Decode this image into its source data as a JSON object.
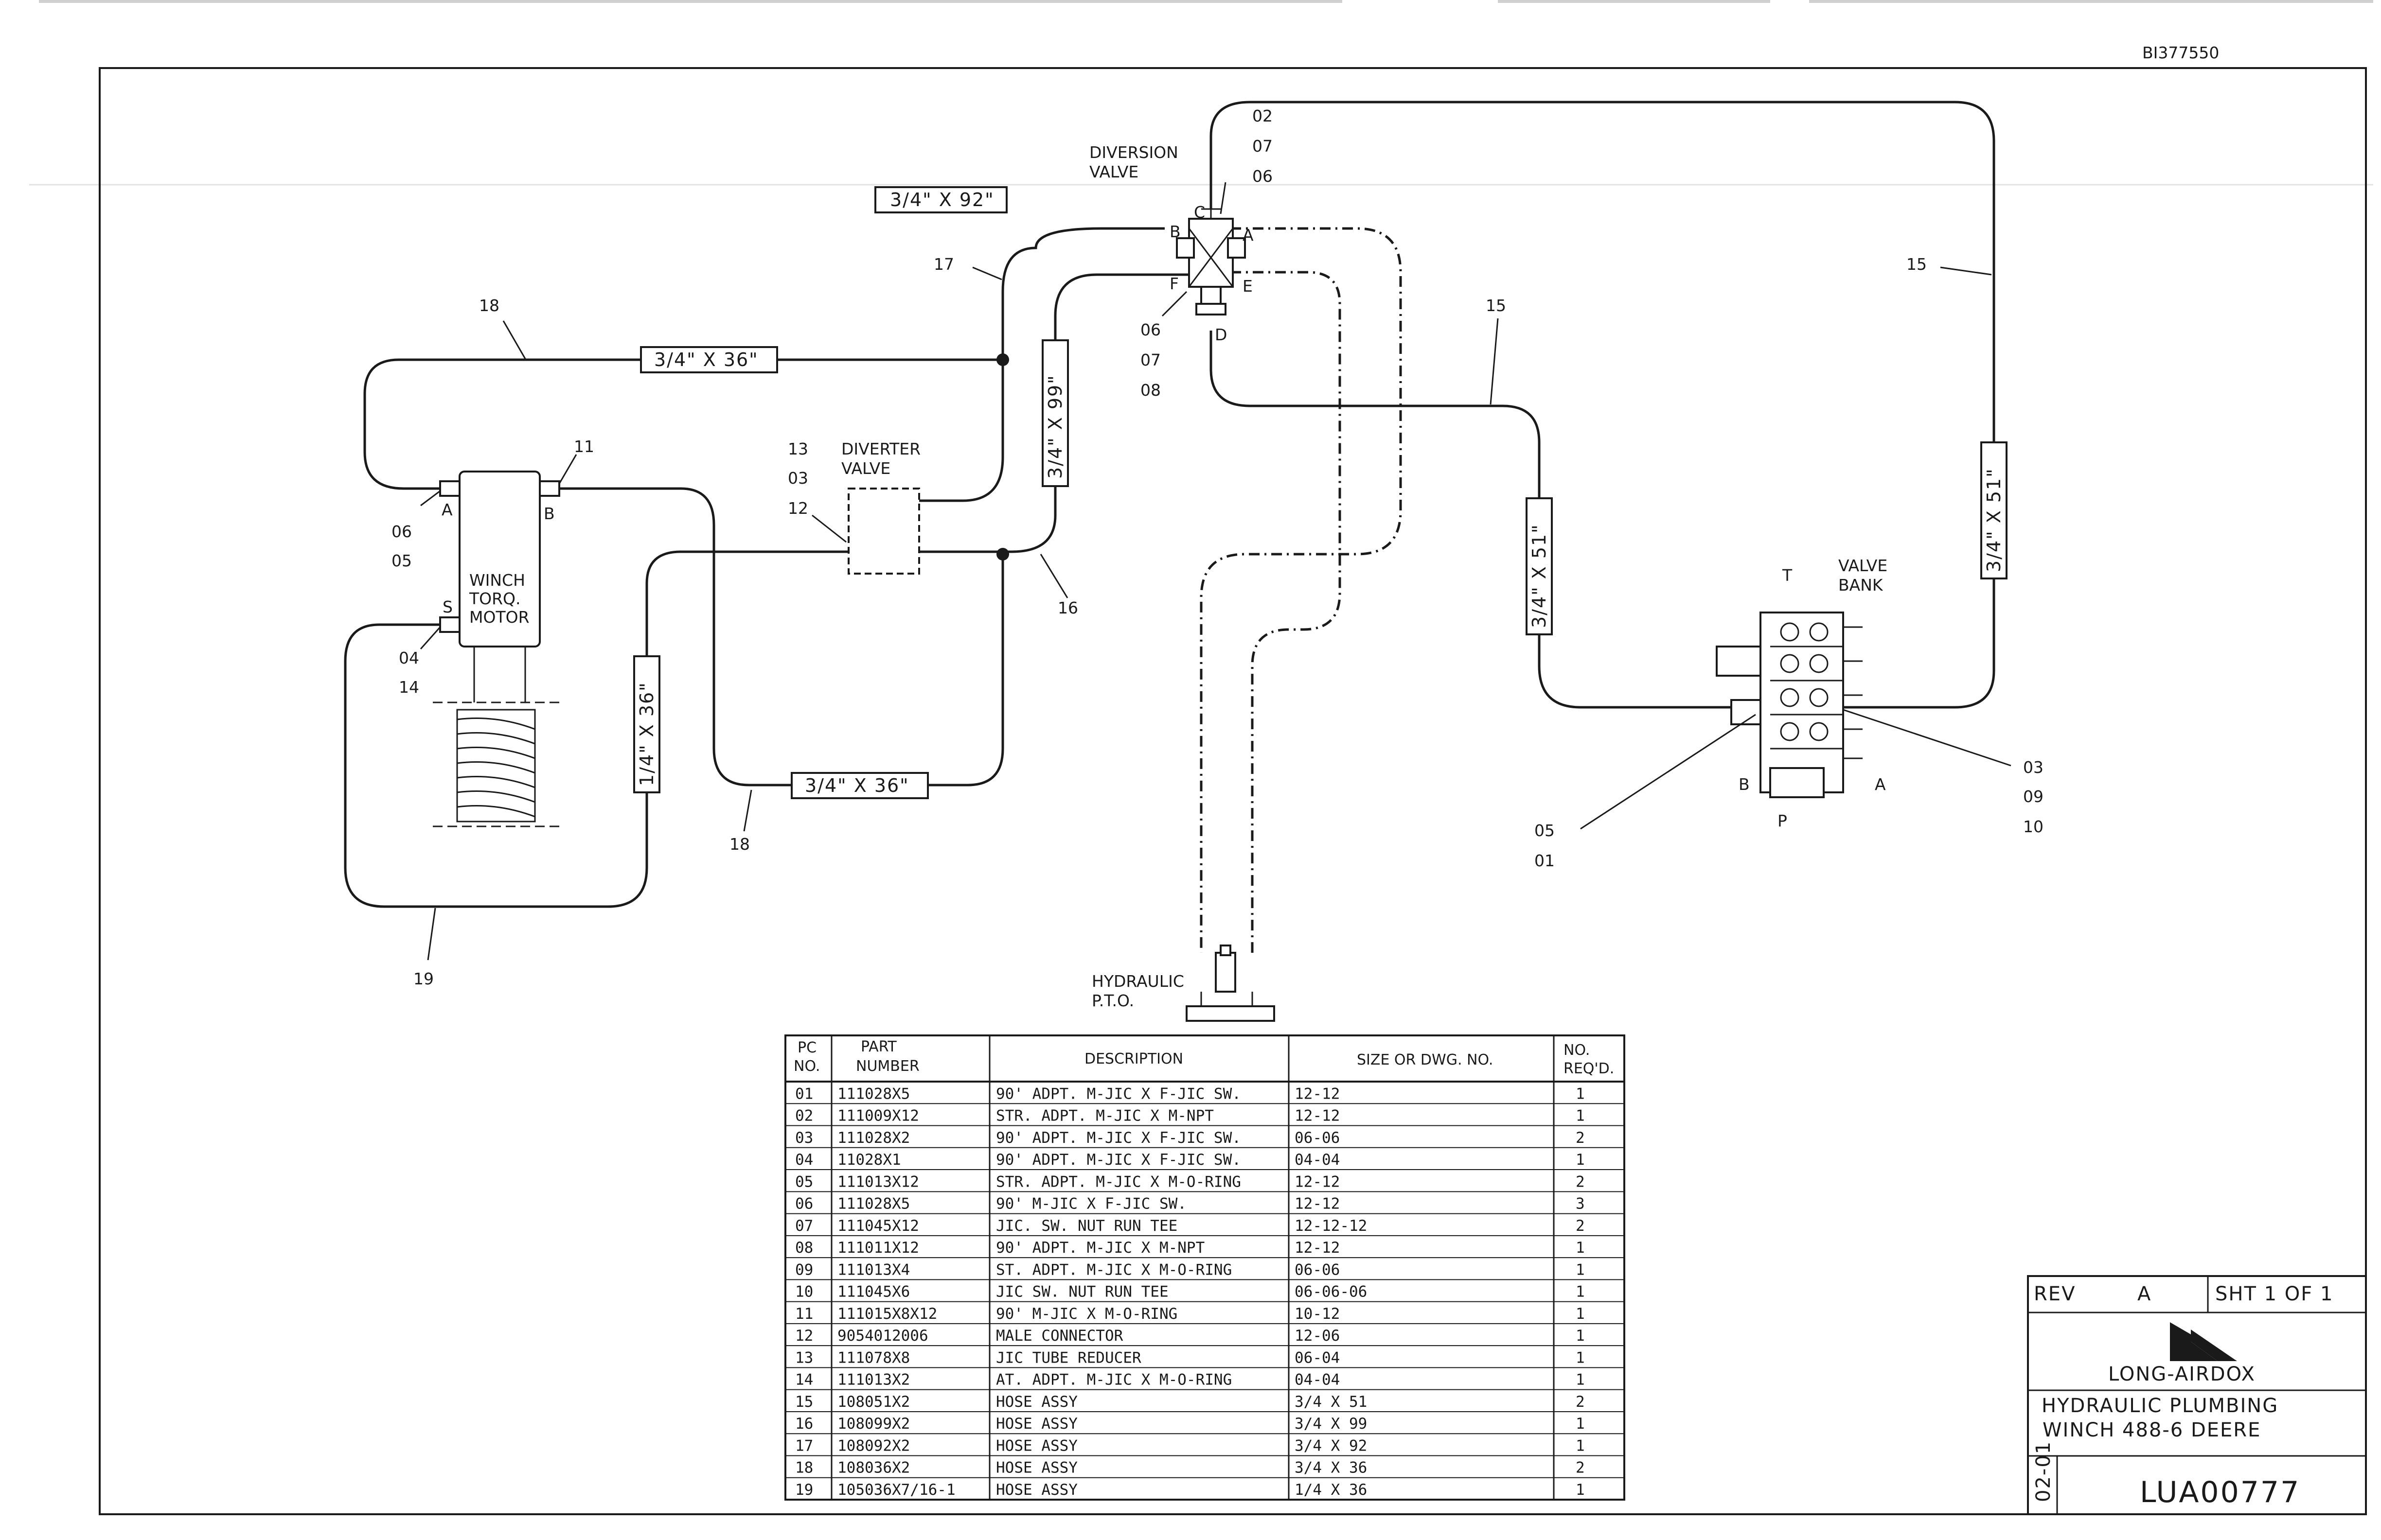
{
  "drawing_id": "BI377550",
  "dimensions": {
    "d_92": "3/4\" X 92\"",
    "d_36_top": "3/4\" X 36\"",
    "d_99": "3/4\" X 99\"",
    "d_51_mid": "3/4\" X 51\"",
    "d_51_right": "3/4\" X 51\"",
    "d_14_36": "1/4\" X 36\"",
    "d_36_bottom": "3/4\" X 36\""
  },
  "components": {
    "diversion_valve": "DIVERSION\nVALVE",
    "diverter_valve": "DIVERTER\nVALVE",
    "winch_motor": "WINCH\nTORQ.\nMOTOR",
    "valve_bank": "VALVE\nBANK",
    "hydraulic_pto": "HYDRAULIC\nP.T.O."
  },
  "port_letters": {
    "div_c": "C",
    "div_b": "B",
    "div_a": "A",
    "div_f": "F",
    "div_e": "E",
    "div_d": "D",
    "motor_a": "A",
    "motor_b": "B",
    "motor_s": "S",
    "bank_t": "T",
    "bank_b": "B",
    "bank_a": "A",
    "bank_p": "P"
  },
  "callouts": {
    "c02": "02",
    "c07a": "07",
    "c06a": "06",
    "c06b": "06",
    "c07b": "07",
    "c08": "08",
    "c17": "17",
    "c18a": "18",
    "c15a": "15",
    "c15b": "15",
    "c13": "13",
    "c03a": "03",
    "c12": "12",
    "c16": "16",
    "c11": "11",
    "c06c": "06",
    "c05a": "05",
    "c04": "04",
    "c14": "14",
    "c18b": "18",
    "c19": "19",
    "c03b": "03",
    "c09": "09",
    "c10": "10",
    "c05b": "05",
    "c01": "01"
  },
  "parts_table": {
    "headers": {
      "pc_no": "PC\nNO.",
      "part_number": "PART\nNUMBER",
      "description": "DESCRIPTION",
      "size": "SIZE OR DWG. NO.",
      "req": "NO.\nREQ'D."
    },
    "rows": [
      [
        "01",
        "111028X5",
        "90' ADPT. M-JIC X F-JIC SW.",
        "12-12",
        "1"
      ],
      [
        "02",
        "111009X12",
        "STR. ADPT. M-JIC X M-NPT",
        "12-12",
        "1"
      ],
      [
        "03",
        "111028X2",
        "90' ADPT. M-JIC X F-JIC SW.",
        "06-06",
        "2"
      ],
      [
        "04",
        "11028X1",
        "90' ADPT. M-JIC X F-JIC SW.",
        "04-04",
        "1"
      ],
      [
        "05",
        "111013X12",
        "STR. ADPT. M-JIC X M-O-RING",
        "12-12",
        "2"
      ],
      [
        "06",
        "111028X5",
        "90' M-JIC X F-JIC SW.",
        "12-12",
        "3"
      ],
      [
        "07",
        "111045X12",
        "JIC. SW. NUT RUN TEE",
        "12-12-12",
        "2"
      ],
      [
        "08",
        "111011X12",
        "90' ADPT. M-JIC X M-NPT",
        "12-12",
        "1"
      ],
      [
        "09",
        "111013X4",
        "ST. ADPT. M-JIC X M-O-RING",
        "06-06",
        "1"
      ],
      [
        "10",
        "111045X6",
        "JIC SW. NUT RUN TEE",
        "06-06-06",
        "1"
      ],
      [
        "11",
        "111015X8X12",
        "90' M-JIC X M-O-RING",
        "10-12",
        "1"
      ],
      [
        "12",
        "9054012006",
        "MALE CONNECTOR",
        "12-06",
        "1"
      ],
      [
        "13",
        "111078X8",
        "JIC TUBE REDUCER",
        "06-04",
        "1"
      ],
      [
        "14",
        "111013X2",
        "AT. ADPT. M-JIC X M-O-RING",
        "04-04",
        "1"
      ],
      [
        "15",
        "108051X2",
        "HOSE ASSY",
        "3/4 X 51",
        "2"
      ],
      [
        "16",
        "108099X2",
        "HOSE ASSY",
        "3/4 X 99",
        "1"
      ],
      [
        "17",
        "108092X2",
        "HOSE ASSY",
        "3/4 X 92",
        "1"
      ],
      [
        "18",
        "108036X2",
        "HOSE ASSY",
        "3/4 X 36",
        "2"
      ],
      [
        "19",
        "105036X7/16-1",
        "HOSE ASSY",
        "1/4 X 36",
        "1"
      ]
    ]
  },
  "title_block": {
    "rev_label": "REV",
    "rev_value": "A",
    "sheet": "SHT  1 OF  1",
    "company": "LONG-AIRDOX",
    "title_line1": "HYDRAULIC PLUMBING",
    "title_line2": "WINCH 488-6 DEERE",
    "date_code": "02-01",
    "drawing_number": "LUA00777"
  }
}
